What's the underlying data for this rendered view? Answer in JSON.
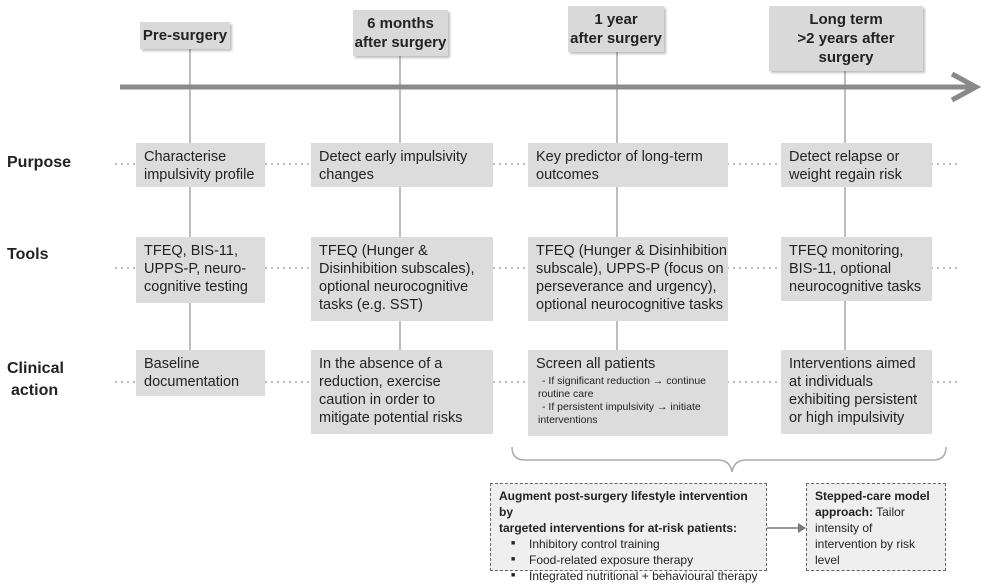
{
  "stages": [
    {
      "line1": "Pre-surgery",
      "line2": ""
    },
    {
      "line1": "6 months",
      "line2": "after surgery"
    },
    {
      "line1": "1 year",
      "line2": "after surgery"
    },
    {
      "line1": "Long term",
      "line2": ">2 years after surgery"
    }
  ],
  "rows": {
    "purpose": "Purpose",
    "tools": "Tools",
    "clinical_line1": "Clinical",
    "clinical_line2": "action"
  },
  "purpose": [
    {
      "l1": "Characterise",
      "l2": "impulsivity profile"
    },
    {
      "l1": "Detect early impulsivity",
      "l2": "changes"
    },
    {
      "l1": "Key predictor of long-term",
      "l2": "outcomes"
    },
    {
      "l1": "Detect relapse or",
      "l2": "weight regain risk"
    }
  ],
  "tools": [
    {
      "l1": "TFEQ, BIS-11,",
      "l2": "UPPS-P, neuro-",
      "l3": "cognitive testing",
      "l4": ""
    },
    {
      "l1": "TFEQ (Hunger &",
      "l2": "Disinhibition subscales),",
      "l3": "optional neurocognitive",
      "l4": "tasks (e.g. SST)"
    },
    {
      "l1": "TFEQ (Hunger & Disinhibition",
      "l2": "subscale), UPPS-P (focus on",
      "l3": "perseverance and urgency),",
      "l4": "optional neurocognitive tasks"
    },
    {
      "l1": "TFEQ monitoring,",
      "l2": "BIS-11, optional",
      "l3": "neurocognitive tasks",
      "l4": ""
    }
  ],
  "clinical": {
    "c0": {
      "l1": "Baseline",
      "l2": "documentation"
    },
    "c1": {
      "l1": "In the absence of a",
      "l2": "reduction, exercise",
      "l3": "caution in order to",
      "l4": "mitigate potential risks"
    },
    "c2": {
      "title": "Screen all patients",
      "s1": "- If significant reduction → continue",
      "s2": "routine care",
      "s3": "- If persistent impulsivity → initiate",
      "s4": "interventions"
    },
    "c3": {
      "l1": "Interventions aimed",
      "l2": "at individuals",
      "l3": "exhibiting persistent",
      "l4": "or high impulsivity"
    }
  },
  "augment": {
    "title1": "Augment post-surgery lifestyle intervention by",
    "title2": "targeted interventions for at-risk patients:",
    "items": [
      "Inhibitory control training",
      "Food-related exposure therapy",
      "Integrated nutritional + behavioural therapy"
    ]
  },
  "stepped": {
    "bold1": "Stepped-care model",
    "bold2": "approach:",
    "rest2": " Tailor",
    "l3": "intensity of",
    "l4": "intervention by risk",
    "l5": "level"
  }
}
